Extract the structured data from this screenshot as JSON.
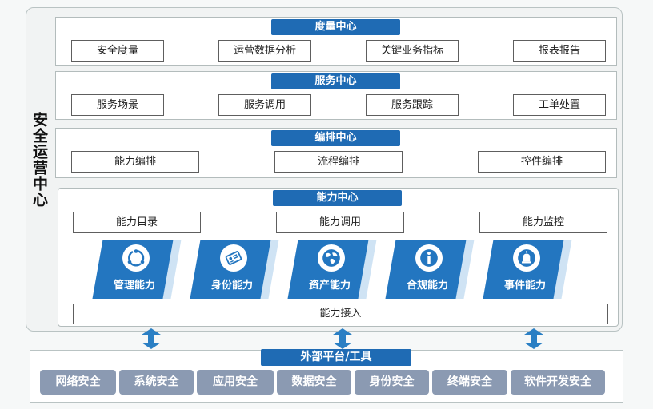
{
  "vertical_title": "安全运营中心",
  "metrics": {
    "header": "度量中心",
    "items": [
      "安全度量",
      "运营数据分析",
      "关键业务指标",
      "报表报告"
    ]
  },
  "service": {
    "header": "服务中心",
    "items": [
      "服务场景",
      "服务调用",
      "服务跟踪",
      "工单处置"
    ]
  },
  "orchestration": {
    "header": "编排中心",
    "items": [
      "能力编排",
      "流程编排",
      "控件编排"
    ]
  },
  "capability": {
    "header": "能力中心",
    "items": [
      "能力目录",
      "能力调用",
      "能力监控"
    ],
    "cards": [
      {
        "label": "管理能力",
        "icon": "network-icon"
      },
      {
        "label": "身份能力",
        "icon": "id-card-icon"
      },
      {
        "label": "资产能力",
        "icon": "globe-icon"
      },
      {
        "label": "合规能力",
        "icon": "info-icon"
      },
      {
        "label": "事件能力",
        "icon": "alarm-icon"
      }
    ],
    "access": "能力接入"
  },
  "external": {
    "header": "外部平台/工具",
    "items": [
      "网络安全",
      "系统安全",
      "应用安全",
      "数据安全",
      "身份安全",
      "终端安全",
      "软件开发安全"
    ]
  },
  "colors": {
    "header_blue": "#1f6bb4",
    "card_blue": "#2376c0",
    "card_shadow": "#cfe3f4",
    "chip_gray": "#8b9ab2",
    "arrow_blue": "#2a7fc4"
  }
}
